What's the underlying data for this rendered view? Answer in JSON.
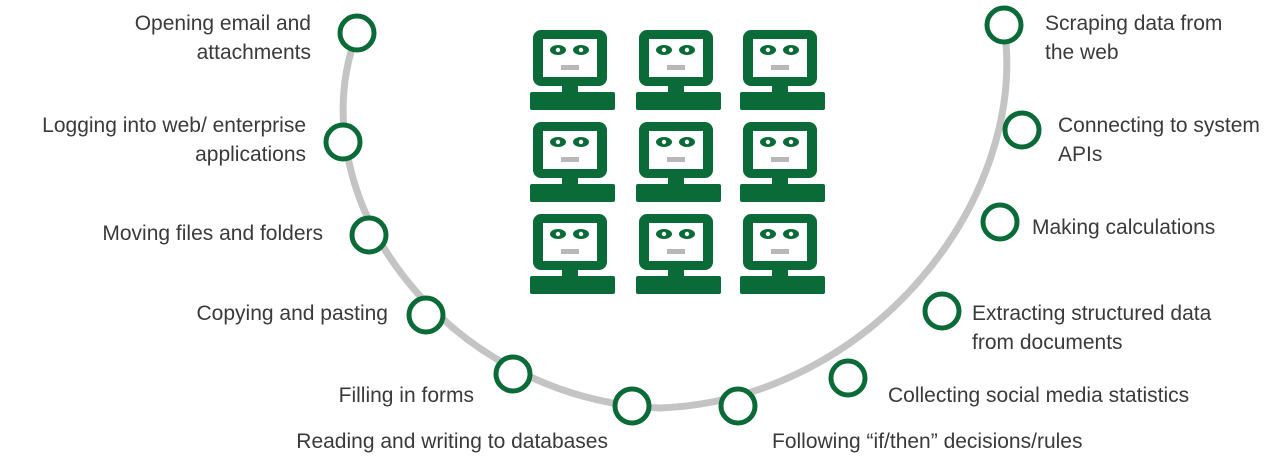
{
  "colors": {
    "accent": "#0b6b38",
    "arc": "#c4c4c4",
    "text": "#3a3a3a",
    "screen_face": "#ffffff",
    "mouth": "#b8b8b8"
  },
  "robot_icon": "computer-robot-icon",
  "robot_grid": {
    "rows": 3,
    "cols": 3
  },
  "tasks_left": [
    {
      "lines": [
        "Opening email and",
        "attachments"
      ]
    },
    {
      "lines": [
        "Logging into web/ enterprise",
        "applications"
      ]
    },
    {
      "lines": [
        "Moving files and folders"
      ]
    },
    {
      "lines": [
        "Copying and pasting"
      ]
    },
    {
      "lines": [
        "Filling in forms"
      ]
    },
    {
      "lines": [
        "Reading and writing to databases"
      ]
    }
  ],
  "tasks_right": [
    {
      "lines": [
        "Scraping data from",
        "the web"
      ]
    },
    {
      "lines": [
        "Connecting to system",
        "APIs"
      ]
    },
    {
      "lines": [
        "Making calculations"
      ]
    },
    {
      "lines": [
        "Extracting structured data",
        "from documents"
      ]
    },
    {
      "lines": [
        "Collecting social media statistics"
      ]
    },
    {
      "lines": [
        "Following “if/then” decisions/rules"
      ]
    }
  ]
}
